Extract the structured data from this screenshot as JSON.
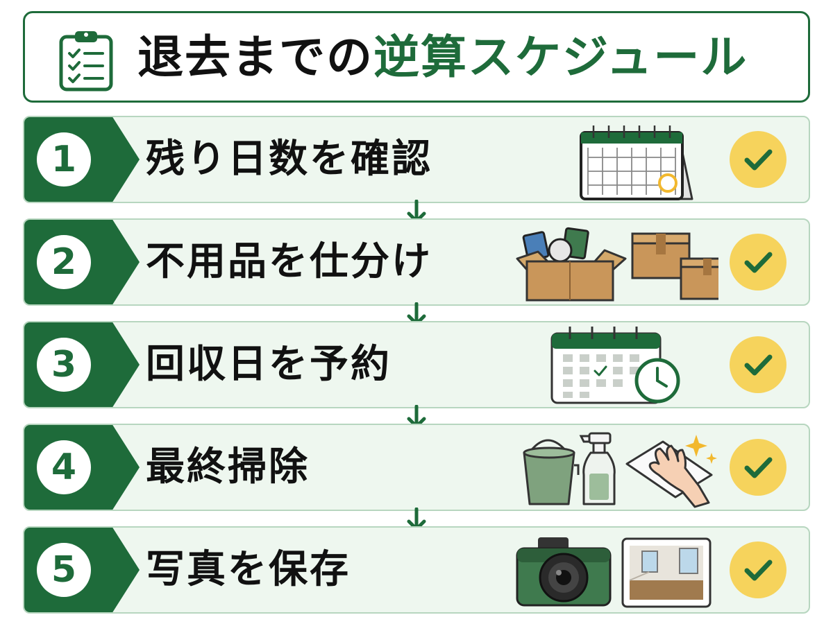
{
  "title": {
    "part1": "退去までの",
    "part2": "逆算スケジュール",
    "icon": "clipboard-checklist-icon"
  },
  "colors": {
    "brand_green": "#1e6b3a",
    "row_bg": "#eef7ef",
    "check_yellow": "#f6d35c"
  },
  "steps": [
    {
      "number": "1",
      "label": "残り日数を確認",
      "illustration": "calendar-icon",
      "checked": true
    },
    {
      "number": "2",
      "label": "不用品を仕分け",
      "illustration": "boxes-icon",
      "checked": true
    },
    {
      "number": "3",
      "label": "回収日を予約",
      "illustration": "calendar-clock-icon",
      "checked": true
    },
    {
      "number": "4",
      "label": "最終掃除",
      "illustration": "cleaning-supplies-icon",
      "checked": true
    },
    {
      "number": "5",
      "label": "写真を保存",
      "illustration": "camera-photo-icon",
      "checked": true
    }
  ]
}
